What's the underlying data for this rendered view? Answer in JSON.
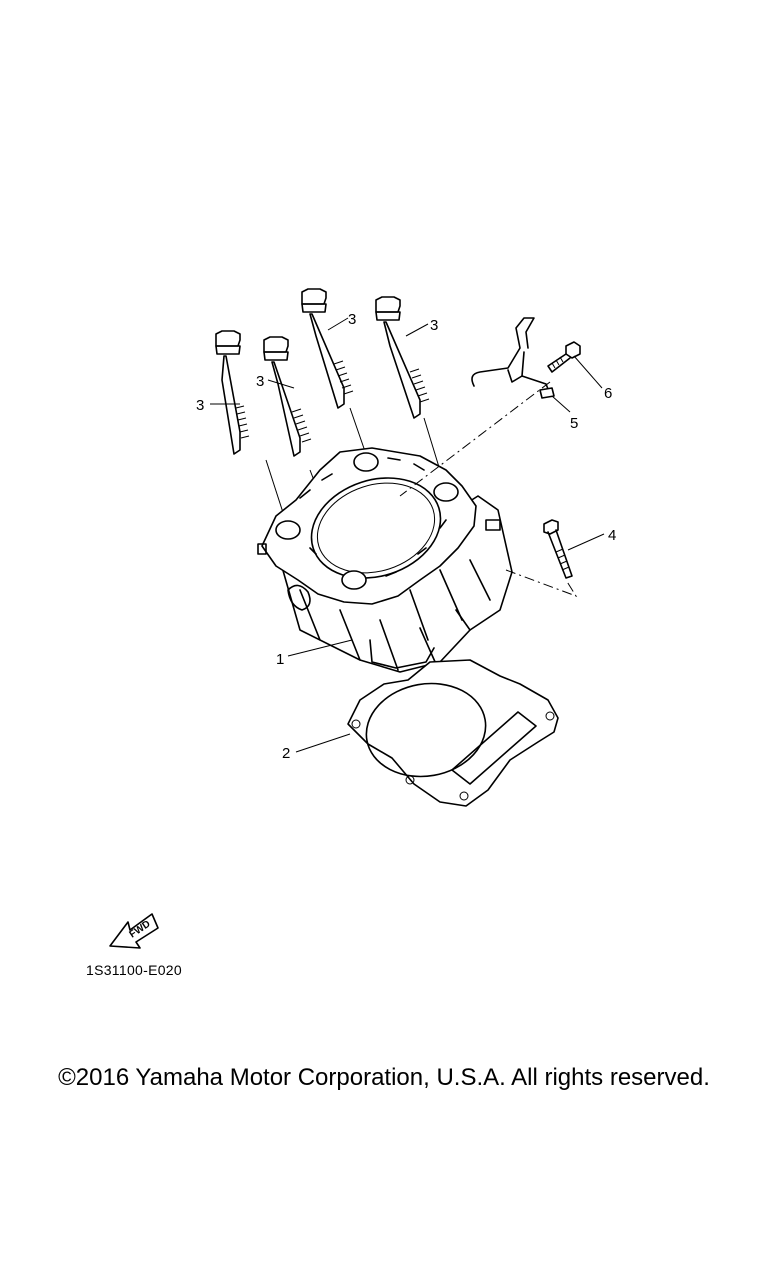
{
  "diagram": {
    "callouts": [
      {
        "id": "1",
        "label": "1"
      },
      {
        "id": "2",
        "label": "2"
      },
      {
        "id": "3a",
        "label": "3"
      },
      {
        "id": "3b",
        "label": "3"
      },
      {
        "id": "3c",
        "label": "3"
      },
      {
        "id": "3d",
        "label": "3"
      },
      {
        "id": "4",
        "label": "4"
      },
      {
        "id": "5",
        "label": "5"
      },
      {
        "id": "6",
        "label": "6"
      }
    ],
    "fwd_label": "FWD",
    "part_code": "1S31100-E020"
  },
  "footer": {
    "copyright": "©2016 Yamaha Motor Corporation, U.S.A. All rights reserved."
  }
}
